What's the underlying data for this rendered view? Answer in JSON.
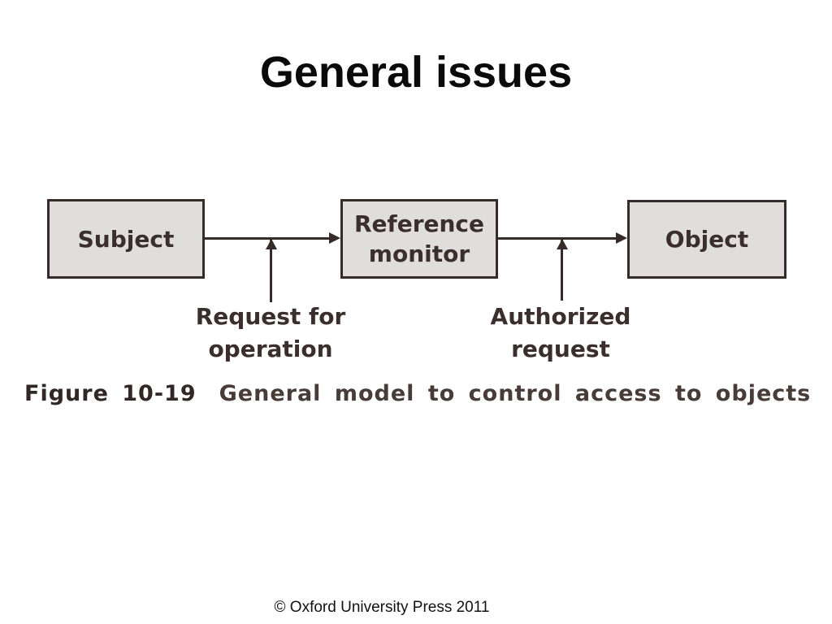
{
  "slide": {
    "title": "General issues",
    "footer": "© Oxford University Press 2011"
  },
  "diagram": {
    "boxes": [
      {
        "id": "subject",
        "label": "Subject"
      },
      {
        "id": "reference-monitor",
        "label": "Reference\nmonitor"
      },
      {
        "id": "object",
        "label": "Object"
      }
    ],
    "arrows": [
      {
        "id": "subject-to-monitor",
        "direction": "right"
      },
      {
        "id": "monitor-to-object",
        "direction": "right"
      },
      {
        "id": "request-up",
        "direction": "up"
      },
      {
        "id": "authorized-up",
        "direction": "up"
      }
    ],
    "arrow_labels": [
      {
        "id": "request-for-operation",
        "label": "Request for\noperation"
      },
      {
        "id": "authorized-request",
        "label": "Authorized\nrequest"
      }
    ],
    "caption": {
      "figure_label": "Figure 10-19",
      "text": "General model to control access to objects"
    },
    "colors": {
      "box_fill": "#e0dedd",
      "box_border": "#362b29",
      "line": "#362b29",
      "diagram_text": "#3a2f2c",
      "title_text": "#0a0a0a",
      "background": "#ffffff"
    }
  }
}
